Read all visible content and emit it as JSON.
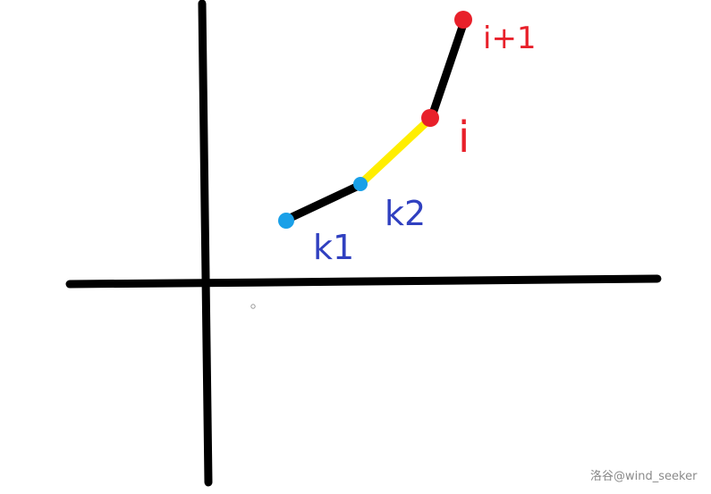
{
  "colors": {
    "background": "#ffffff",
    "axis": "#000000",
    "segment_black": "#000000",
    "segment_yellow": "#ffee00",
    "point_red": "#e8202a",
    "point_blue": "#1aa0e8",
    "label_red": "#e8202a",
    "label_blue": "#3040c0",
    "watermark": "#8a8a8a"
  },
  "points": {
    "k1": {
      "label": "k1"
    },
    "k2": {
      "label": "k2"
    },
    "i": {
      "label": "i"
    },
    "i_plus_1": {
      "label": "i+1"
    }
  },
  "segments": [
    {
      "from": "k1",
      "to": "k2",
      "color": "black"
    },
    {
      "from": "k2",
      "to": "i",
      "color": "yellow"
    },
    {
      "from": "i",
      "to": "i_plus_1",
      "color": "black"
    }
  ],
  "watermark": "洛谷@wind_seeker"
}
